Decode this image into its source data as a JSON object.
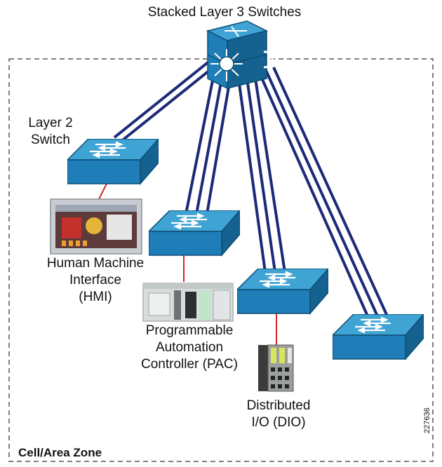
{
  "labels": {
    "core": "Stacked Layer 3 Switches",
    "l2_line1": "Layer 2",
    "l2_line2": "Switch",
    "hmi_line1": "Human Machine",
    "hmi_line2": "Interface",
    "hmi_line3": "(HMI)",
    "pac_line1": "Programmable",
    "pac_line2": "Automation",
    "pac_line3": "Controller (PAC)",
    "dio_line1": "Distributed",
    "dio_line2": "I/O (DIO)",
    "zone": "Cell/Area Zone",
    "figure_id": "227636"
  },
  "colors": {
    "switch_top": "#3fa3d4",
    "switch_front": "#1f7eb8",
    "switch_side": "#15618f",
    "uplink": "#1c2a78",
    "device_link": "#d6282f",
    "zone_border": "#555555"
  },
  "icons": {
    "core": "stacked-layer3-switch-icon",
    "access": "layer2-switch-icon",
    "hmi": "hmi-panel-icon",
    "pac": "pac-controller-icon",
    "dio": "distributed-io-icon"
  }
}
